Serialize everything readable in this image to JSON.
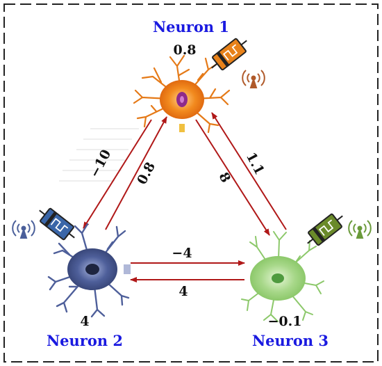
{
  "neurons": [
    {
      "name": "Neuron 1",
      "value": "0.8",
      "body_color": "#f28a1e",
      "nucleus_color": "#8e2a8a",
      "device_color": "#e8821a",
      "signal_color": "#b05a2a"
    },
    {
      "name": "Neuron 2",
      "value": "4",
      "body_color": "#4e5f9a",
      "nucleus_color": "#1e2540",
      "device_color": "#3a66a8",
      "signal_color": "#4a5f9a"
    },
    {
      "name": "Neuron 3",
      "value": "−0.1",
      "body_color": "#8cc86a",
      "nucleus_color": "#4e9a3e",
      "device_color": "#6a8a2a",
      "signal_color": "#6a9a3a"
    }
  ],
  "connections": [
    {
      "from": "Neuron 1",
      "to": "Neuron 2",
      "weight": "−10"
    },
    {
      "from": "Neuron 2",
      "to": "Neuron 1",
      "weight": "0.8"
    },
    {
      "from": "Neuron 1",
      "to": "Neuron 3",
      "weight": "8"
    },
    {
      "from": "Neuron 3",
      "to": "Neuron 1",
      "weight": "1.1"
    },
    {
      "from": "Neuron 2",
      "to": "Neuron 3",
      "weight": "−4"
    },
    {
      "from": "Neuron 3",
      "to": "Neuron 2",
      "weight": "4"
    }
  ],
  "colors": {
    "title": "#1a1ae0",
    "arrow": "#b01818",
    "border": "#222222"
  },
  "icons": {
    "device": "memristor-device-icon",
    "signal": "wireless-signal-icon"
  }
}
